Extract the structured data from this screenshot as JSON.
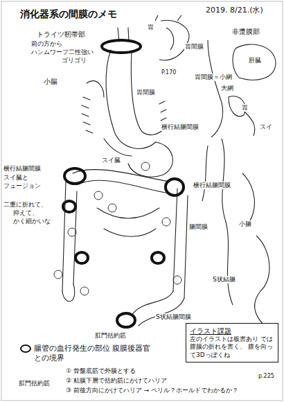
{
  "diagram": {
    "title": "消化器系の間膜のメモ",
    "nodes": [
      {
        "text": [
          "イラスト課題",
          "左のイラストは板書あり では腹膜の折れを書く、 腹を向って3Dっぽくね"
        ]
      }
    ],
    "labels": [
      "2019. 8/21.(水)",
      "胃",
      "胃間膜",
      "P.170",
      "トライツ靭帯部",
      "前の方から",
      "ハンムワーフ二性強い",
      "ゴリゴリ",
      "非漿膜部",
      "肝臓",
      "胃間膜＝小網",
      "大網",
      "小腸",
      "胃間膜",
      "胃",
      "スイ",
      "横行結腸間膜",
      "スイ臓",
      "横行結腸間膜",
      "スイ臓と",
      "フュージョン",
      "二重に折れて、",
      "抑えて、",
      "かく細かいな",
      "横行結腸間膜",
      "腸間膜",
      "小腸",
      "S状結腸",
      "S状結腸間膜",
      "肛門括約筋",
      "肛門括約筋",
      "① 骨盤底筋で外膜とする",
      "② 粘膜下層で括約筋にかけてハリア",
      "③ 前後方向にかけてハリア → ペリル？ホールドでわかるか？",
      "p.225"
    ],
    "legend": [
      {
        "text": "腸管の血行発生の部位 腹膜後器官との境界"
      }
    ]
  }
}
